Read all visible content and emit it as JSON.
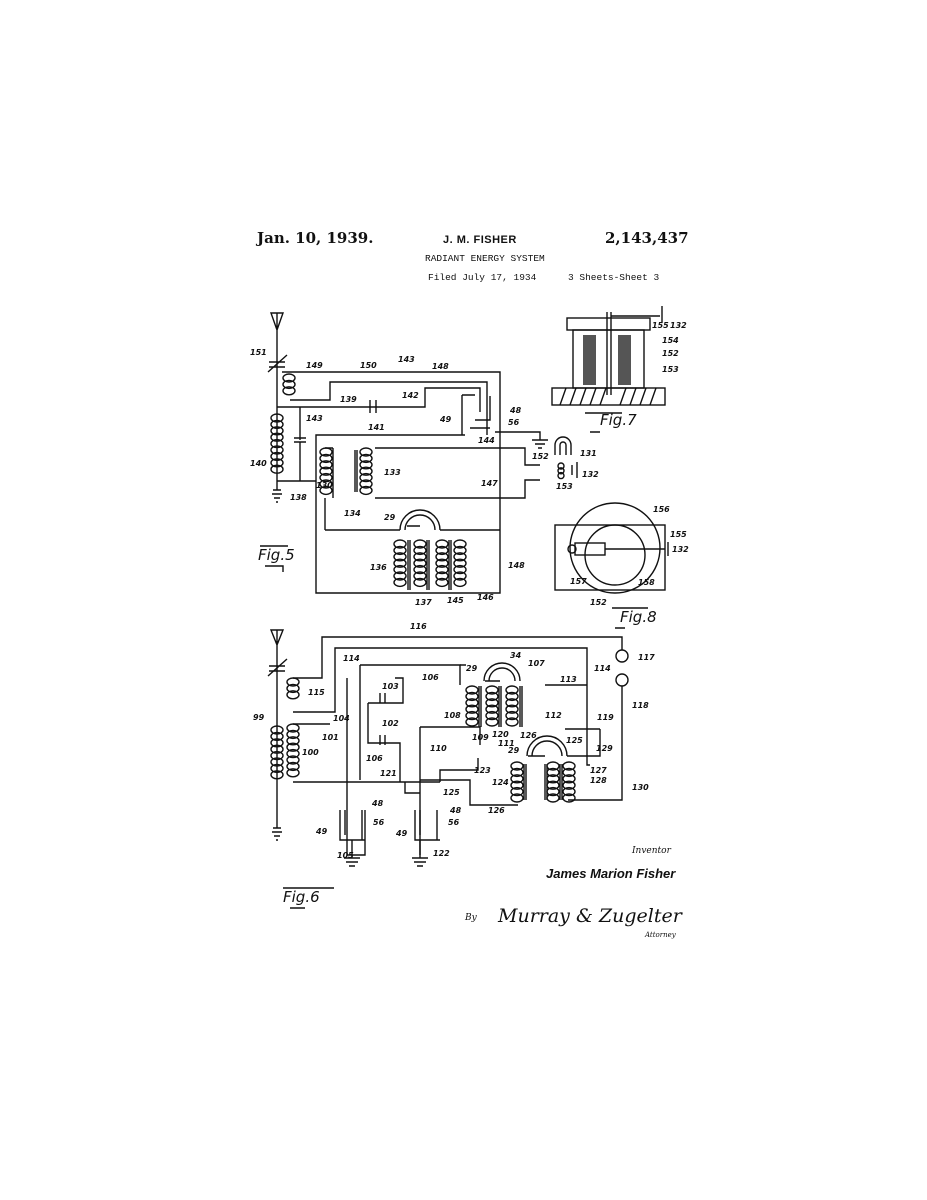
{
  "header": {
    "date": "Jan. 10, 1939.",
    "inventor": "J. M. FISHER",
    "title": "RADIANT ENERGY SYSTEM",
    "filed": "Filed July 17, 1934",
    "sheets": "3 Sheets-Sheet 3",
    "patent_number": "2,143,437"
  },
  "fig5": {
    "caption": "Fig.5",
    "labels": [
      "151",
      "149",
      "150",
      "143",
      "148",
      "139",
      "142",
      "143",
      "49",
      "48",
      "56",
      "144",
      "141",
      "140",
      "133",
      "130",
      "138",
      "134",
      "147",
      "152",
      "131",
      "132",
      "153",
      "29",
      "136",
      "148",
      "137",
      "145",
      "146"
    ]
  },
  "fig7": {
    "caption": "Fig.7",
    "labels": [
      "155",
      "132",
      "154",
      "152",
      "153"
    ]
  },
  "fig8": {
    "caption": "Fig.8",
    "labels": [
      "156",
      "155",
      "132",
      "157",
      "158",
      "152"
    ]
  },
  "fig6": {
    "caption": "Fig.6",
    "labels": [
      "116",
      "114",
      "106",
      "34",
      "107",
      "29",
      "113",
      "114",
      "117",
      "118",
      "115",
      "99",
      "104",
      "103",
      "102",
      "101",
      "100",
      "106",
      "110",
      "108",
      "109",
      "120",
      "111",
      "126",
      "112",
      "119",
      "29",
      "125",
      "129",
      "121",
      "123",
      "124",
      "127",
      "128",
      "130",
      "125",
      "126",
      "48",
      "56",
      "49",
      "105",
      "48",
      "56",
      "49",
      "122"
    ]
  },
  "footer": {
    "inventor_label": "Inventor",
    "inventor_name": "James Marion Fisher",
    "by": "By",
    "attorney_signature": "Murray & Zugelter",
    "attorney_label": "Attorney"
  }
}
